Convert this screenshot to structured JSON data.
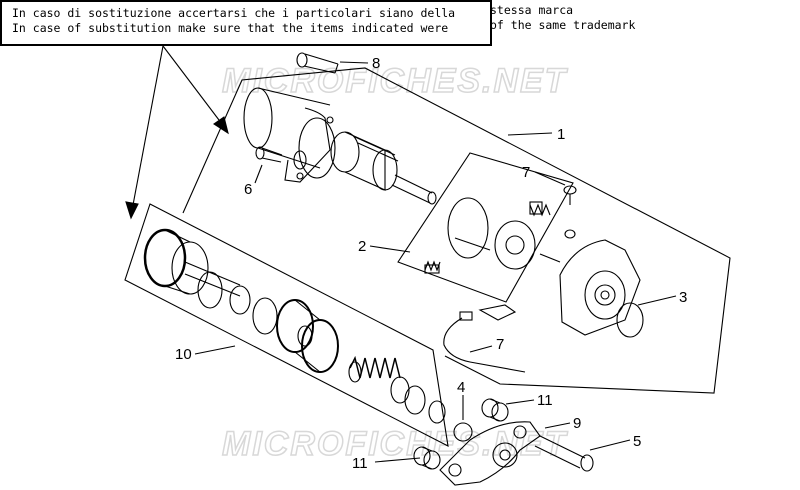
{
  "note": {
    "line_it": "In caso di sostituzione accertarsi che i particolari siano della",
    "line_it_tail": "stessa marca",
    "line_en": "In case of substitution make sure that the items indicated were",
    "line_en_tail": "of the same trademark"
  },
  "watermark": {
    "top": "MICROFICHES.NET",
    "bottom": "MICROFICHES.NET"
  },
  "callouts": [
    {
      "id": "1",
      "text": "1"
    },
    {
      "id": "2",
      "text": "2"
    },
    {
      "id": "3",
      "text": "3"
    },
    {
      "id": "4",
      "text": "4"
    },
    {
      "id": "5",
      "text": "5"
    },
    {
      "id": "6",
      "text": "6"
    },
    {
      "id": "7a",
      "text": "7"
    },
    {
      "id": "7b",
      "text": "7"
    },
    {
      "id": "8",
      "text": "8"
    },
    {
      "id": "9",
      "text": "9"
    },
    {
      "id": "10",
      "text": "10"
    },
    {
      "id": "11a",
      "text": "11"
    },
    {
      "id": "11b",
      "text": "11"
    }
  ]
}
